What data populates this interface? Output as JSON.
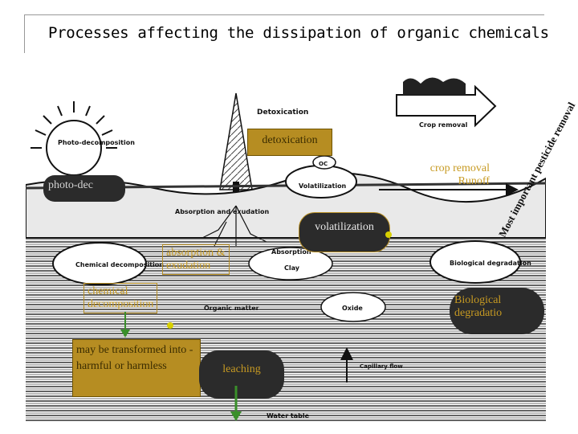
{
  "title": "Processes affecting the dissipation of organic chemicals",
  "diagram": {
    "printed_labels": {
      "detoxication": "Detoxication",
      "photo_decomposition": "Photo-decomposition",
      "volatilization": "Volatilization",
      "crop_removal": "Crop removal",
      "absorption_exudation": "Absorption and exudation",
      "absorption": "Absorption",
      "chemical_decomposition": "Chemical decomposition",
      "biological_degradation": "Biological degradation",
      "clay": "Clay",
      "organic_matter": "Organic matter",
      "oxide": "Oxide",
      "capillary_flow": "Capillary flow",
      "water_table": "Water table",
      "oc": "OC",
      "most_important": "Most important pesticide removal"
    },
    "overlays": {
      "detoxication": "detoxication",
      "photo_dec": "photo-dec",
      "crop_removal": "crop removal",
      "runoff": "Runoff",
      "volatilization": "volatilization",
      "absorption": "absorption &",
      "exudation": "exudation",
      "chemical": "chemical",
      "decomposition": "decomposition",
      "biological": "Biological",
      "degradation": "degradatio",
      "transformed": "may be transformed into - harmful or harmless",
      "leaching": "leaching"
    }
  },
  "colors": {
    "overlay_box": "#b68d22",
    "overlay_text": "#c79a22",
    "arrow_green": "#3a8f2a"
  }
}
